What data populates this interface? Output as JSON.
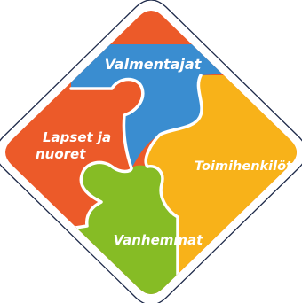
{
  "diagram": {
    "pieces": [
      {
        "id": "top",
        "label": "Valmentajat",
        "color": "#3a8dd0"
      },
      {
        "id": "right",
        "label": "Toimihenkilöt",
        "color": "#f8b219"
      },
      {
        "id": "bottom",
        "label": "Vanhemmat",
        "color": "#86bc25"
      },
      {
        "id": "left",
        "label": [
          "Lapset ja",
          "nuoret"
        ],
        "color": "#ec5a29"
      }
    ],
    "border_color": "#1e2a4a",
    "seam_color": "#ffffff"
  }
}
